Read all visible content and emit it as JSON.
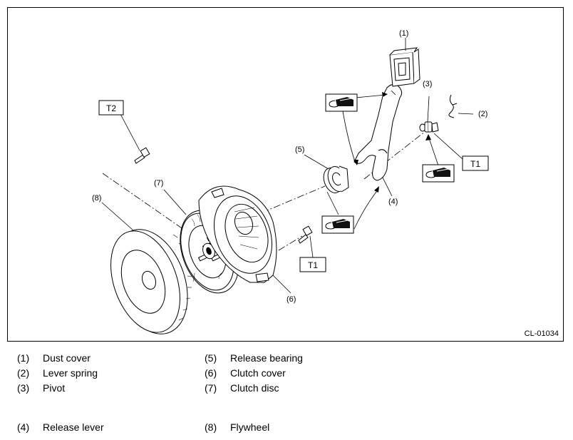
{
  "figure": {
    "code": "CL-01034",
    "callouts": [
      "(1)",
      "(2)",
      "(3)",
      "(4)",
      "(5)",
      "(6)",
      "(7)",
      "(8)"
    ],
    "torque_labels": [
      "T2",
      "T1",
      "T1"
    ]
  },
  "legend": [
    {
      "num": "(1)",
      "name": "Dust cover"
    },
    {
      "num": "(2)",
      "name": "Lever spring"
    },
    {
      "num": "(3)",
      "name": "Pivot"
    },
    {
      "num": "(4)",
      "name": "Release lever"
    },
    {
      "num": "(5)",
      "name": "Release bearing"
    },
    {
      "num": "(6)",
      "name": "Clutch cover"
    },
    {
      "num": "(7)",
      "name": "Clutch disc"
    },
    {
      "num": "(8)",
      "name": "Flywheel"
    }
  ]
}
